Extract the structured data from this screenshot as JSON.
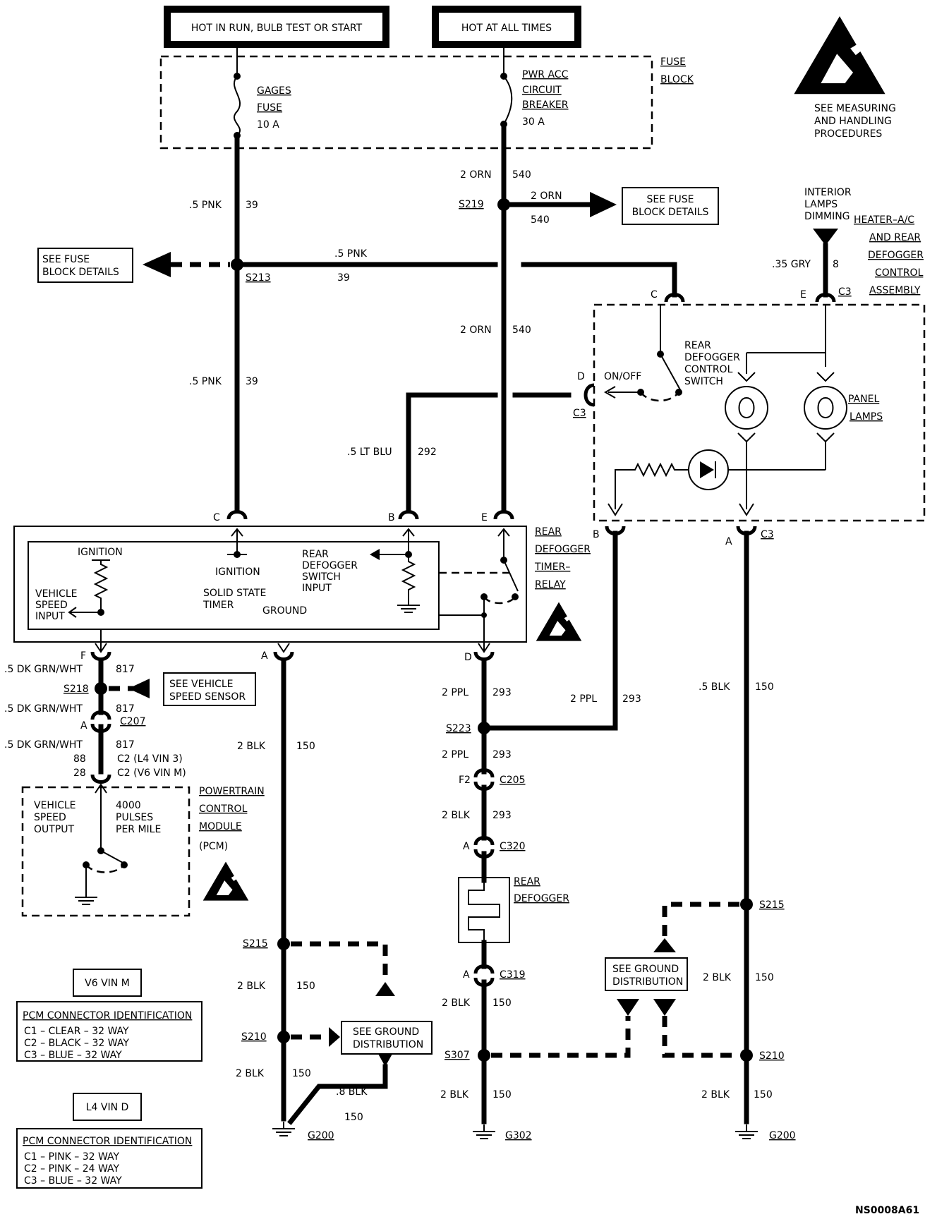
{
  "power_labels": {
    "hot_run": "HOT IN RUN, BULB TEST OR START",
    "hot_all": "HOT AT ALL TIMES"
  },
  "fuse_block": {
    "title_line1": "FUSE",
    "title_line2": "BLOCK",
    "gages_line1": "GAGES",
    "gages_line2": "FUSE",
    "gages_rating": "10 A",
    "pwr_line1": "PWR ACC",
    "pwr_line2": "CIRCUIT",
    "pwr_line3": "BREAKER",
    "pwr_rating": "30 A"
  },
  "esd_top": {
    "line1": "SEE MEASURING",
    "line2": "AND HANDLING",
    "line3": "PROCEDURES"
  },
  "wires": {
    "orn_2": "2 ORN",
    "c540": "540",
    "pnk_5": ".5 PNK",
    "c39": "39",
    "ltblu": ".5 LT BLU",
    "c292": "292",
    "gry": ".35 GRY",
    "c8": "8",
    "dkgrnwht": ".5 DK GRN/WHT",
    "c817": "817",
    "blk_2": "2 BLK",
    "c150": "150",
    "ppl_2": "2 PPL",
    "c293": "293",
    "blk_5": ".5 BLK",
    "blk_8": ".8 BLK"
  },
  "boxes": {
    "fuse_left_1": "SEE FUSE",
    "fuse_left_2": "BLOCK DETAILS",
    "fuse_right_1": "SEE FUSE",
    "fuse_right_2": "BLOCK DETAILS",
    "vss_1": "SEE VEHICLE",
    "vss_2": "SPEED SENSOR",
    "gnd_1": "SEE GROUND",
    "gnd_2": "DISTRIBUTION"
  },
  "splices": {
    "s219": "S219",
    "s213": "S213",
    "s218": "S218",
    "s223": "S223",
    "s215": "S215",
    "s210": "S210",
    "s307": "S307"
  },
  "grounds": {
    "g200": "G200",
    "g302": "G302"
  },
  "connectors": {
    "C": "C",
    "B": "B",
    "E": "E",
    "F": "F",
    "A": "A",
    "D": "D",
    "C3": "C3",
    "c207": "C207",
    "c205": "C205",
    "f2": "F2",
    "c320": "C320",
    "c319": "C319",
    "pin88": "88",
    "pin28": "28",
    "c2_l4": "C2 (L4 VIN 3)",
    "c2_v6": "C2 (V6 VIN M)"
  },
  "hvac": {
    "line1": "HEATER–A/C",
    "line2": "AND REAR",
    "line3": "DEFOGGER",
    "line4": "CONTROL",
    "line5": "ASSEMBLY",
    "dim1": "INTERIOR",
    "dim2": "LAMPS",
    "dim3": "DIMMING",
    "switch1": "REAR",
    "switch2": "DEFOGGER",
    "switch3": "CONTROL",
    "switch4": "SWITCH",
    "onoff": "ON/OFF",
    "panel1": "PANEL",
    "panel2": "LAMPS"
  },
  "relay": {
    "name1": "REAR",
    "name2": "DEFOGGER",
    "name3": "TIMER–",
    "name4": "RELAY",
    "ignition_a": "IGNITION",
    "ignition_b": "IGNITION",
    "solid1": "SOLID STATE",
    "solid2": "TIMER",
    "ground": "GROUND",
    "rdsi1": "REAR",
    "rdsi2": "DEFOGGER",
    "rdsi3": "SWITCH",
    "rdsi4": "INPUT",
    "vsi1": "VEHICLE",
    "vsi2": "SPEED",
    "vsi3": "INPUT"
  },
  "pcm": {
    "name1": "POWERTRAIN",
    "name2": "CONTROL",
    "name3": "MODULE",
    "name4": "(PCM)",
    "vso1": "VEHICLE",
    "vso2": "SPEED",
    "vso3": "OUTPUT",
    "pulse1": "4000",
    "pulse2": "PULSES",
    "pulse3": "PER MILE"
  },
  "defogger": {
    "line1": "REAR",
    "line2": "DEFOGGER"
  },
  "tables": [
    {
      "title": "V6 VIN M",
      "heading": "PCM CONNECTOR IDENTIFICATION",
      "rows": [
        "C1 – CLEAR – 32 WAY",
        "C2 – BLACK – 32 WAY",
        "C3 – BLUE – 32 WAY"
      ]
    },
    {
      "title": "L4 VIN D",
      "heading": "PCM CONNECTOR IDENTIFICATION",
      "rows": [
        "C1 – PINK – 32 WAY",
        "C2 – PINK – 24 WAY",
        "C3 – BLUE – 32 WAY"
      ]
    }
  ],
  "figure_id": "NS0008A61"
}
